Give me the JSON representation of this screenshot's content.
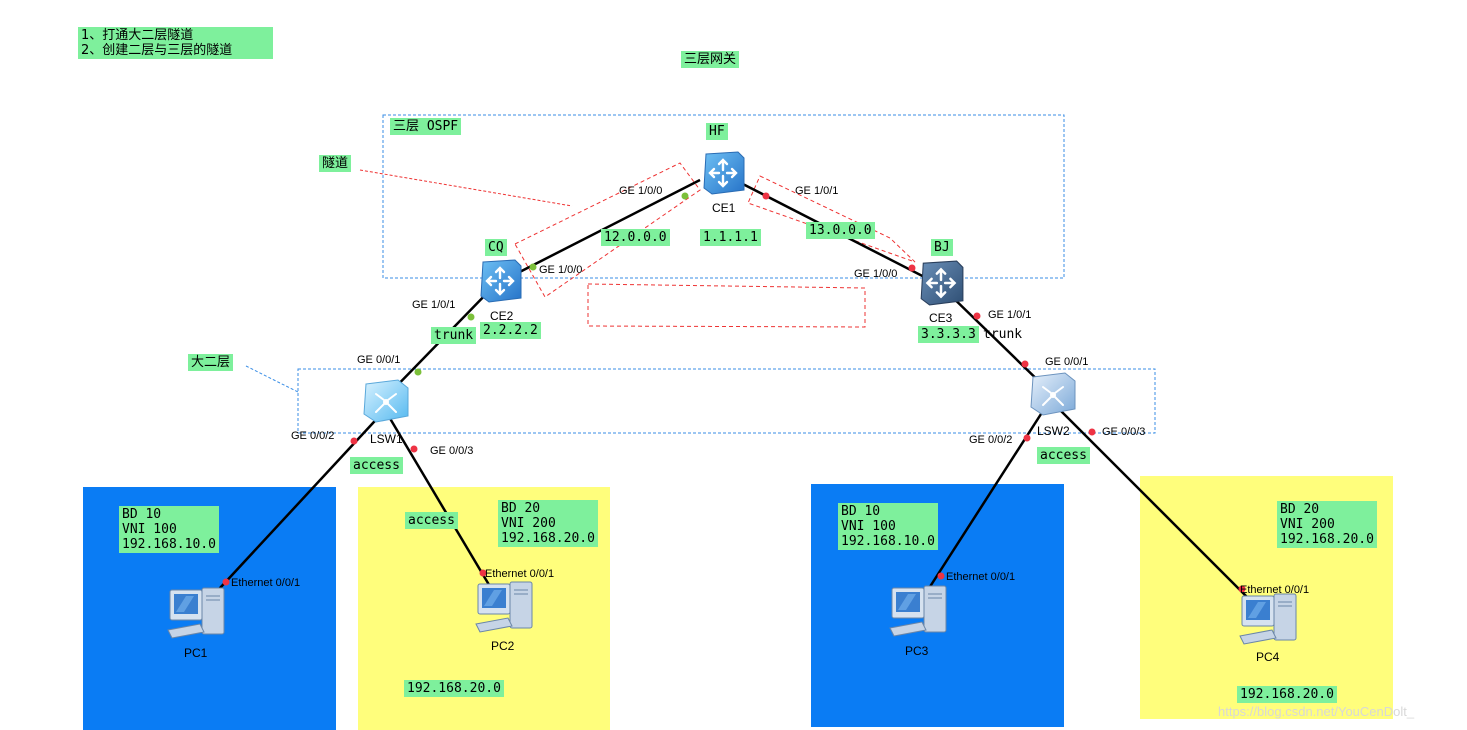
{
  "notes": {
    "line1": "1、打通大二层隧道",
    "line2": "2、创建二层与三层的隧道"
  },
  "gateway_title": "三层网关",
  "ospf_label": "三层 OSPF",
  "tunnel_label": "隧道",
  "big_l2_label": "大二层",
  "devices": {
    "ce1": {
      "name": "CE1",
      "tag": "HF",
      "ip": "1.1.1.1"
    },
    "ce2": {
      "name": "CE2",
      "tag": "CQ",
      "ip": "2.2.2.2"
    },
    "ce3": {
      "name": "CE3",
      "tag": "BJ",
      "ip": "3.3.3.3"
    },
    "lsw1": {
      "name": "LSW1"
    },
    "lsw2": {
      "name": "LSW2"
    },
    "pc1": {
      "name": "PC1"
    },
    "pc2": {
      "name": "PC2"
    },
    "pc3": {
      "name": "PC3"
    },
    "pc4": {
      "name": "PC4"
    }
  },
  "links": {
    "ce1_ce2_net": "12.0.0.0",
    "ce1_ce3_net": "13.0.0.0",
    "ce2_lsw1_mode": "trunk",
    "ce3_lsw2_mode": "trunk",
    "lsw1_pc1_mode": "access",
    "lsw1_pc2_mode": "access",
    "lsw2_pc3_mode": "access"
  },
  "ports": {
    "ce1_g100": "GE 1/0/0",
    "ce1_g101": "GE 1/0/1",
    "ce2_g100": "GE 1/0/0",
    "ce2_g101": "GE 1/0/1",
    "ce3_g100": "GE 1/0/0",
    "ce3_g101": "GE 1/0/1",
    "lsw1_g001": "GE 0/0/1",
    "lsw1_g002": "GE 0/0/2",
    "lsw1_g003": "GE 0/0/3",
    "lsw2_g001": "GE 0/0/1",
    "lsw2_g002": "GE 0/0/2",
    "lsw2_g003": "GE 0/0/3",
    "pc1_eth": "Ethernet 0/0/1",
    "pc2_eth": "Ethernet 0/0/1",
    "pc3_eth": "Ethernet 0/0/1",
    "pc4_eth": "Ethernet 0/0/1"
  },
  "segments": {
    "pc1": {
      "bd": "BD 10",
      "vni": "VNI 100",
      "net": "192.168.10.0"
    },
    "pc2": {
      "bd": "BD 20",
      "vni": "VNI 200",
      "net": "192.168.20.0",
      "subnet": "192.168.20.0"
    },
    "pc3": {
      "bd": "BD 10",
      "vni": "VNI 100",
      "net": "192.168.10.0"
    },
    "pc4": {
      "bd": "BD 20",
      "vni": "VNI 200",
      "net": "192.168.20.0",
      "subnet": "192.168.20.0"
    }
  },
  "colors": {
    "label_bg": "#7ef09c",
    "zone_blue": "#0a7cf4",
    "zone_yellow": "#fffe7c",
    "tunnel_red": "#ee3333",
    "box_blue": "#3a8ee6",
    "port_up": "#7cc03a",
    "port_down": "#ee3344"
  },
  "watermark": "https://blog.csdn.net/YouCenDolt_"
}
